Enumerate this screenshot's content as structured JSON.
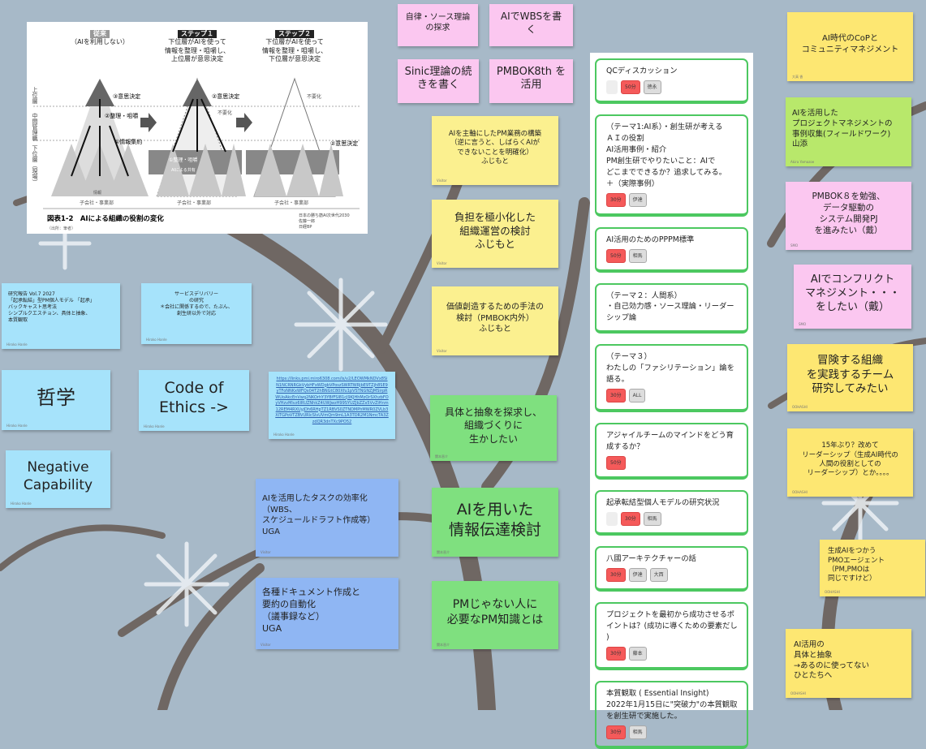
{
  "figure": {
    "col1_head": "従来",
    "col1_text": "（AIを利用しない）",
    "col2_head": "ステップ１",
    "col2_text": "下位層がAIを使って\n情報を整理・咀嚼し、\n上位層が意思決定",
    "col3_head": "ステップ２",
    "col3_text": "下位層がAIを使って\n情報を整理・咀嚼し、\n下位層が意思決定",
    "levels": [
      "上位層",
      "中間管理職",
      "下位層（現場）"
    ],
    "labels": [
      "③意思決定",
      "②整理・咀嚼",
      "①情報集約",
      "②意思決定",
      "不要化",
      "①整理・咀嚼",
      "AIによる共有",
      "不要化",
      "②意思決定",
      "情報",
      "子会社・事業部"
    ],
    "caption": "図表1-2　AIによる組織の役割の変化",
    "source": "（出所：筆者）",
    "credit": "日本の勝ち筋AI次世代2030\n佐藤一郎\n日経BP"
  },
  "left_notes": [
    {
      "text": "研究報告 Vol.7 2027\n「起承転結」型PM個人モデル 「起承」\nバックキャスト思考法\nシンプルクエスチョン、具体と抽象、\n本質観取",
      "author": "Hiroko Hanle"
    },
    {
      "text": "サービスデリバリー\nの研究\n＊会社に関係するので、たぶん、\n創生研以外で対応",
      "author": "Hiroko Hanle"
    },
    {
      "text": "哲学",
      "author": "Hiroko Hanle"
    },
    {
      "text": "Code of\nEthics ->",
      "author": "Hiroko Hanle"
    },
    {
      "text": "https://links.pmi.miro6308.com/ls/v2/LEOWMkNDVx8SiN1NCRNRGkVybHFxWDgbVPoszSWRTWRjbE9TZjh8SE9yTFoNNKxWFQx04T2hBNGtC80Xfu1pVSTNGNZjMSirpRWUoAkcEnVwq2NKOrhY3YBfFSI81cJ9KJHhMzOrSXhzbFOyVHzvMlvz6lRUZNhkZ4UWJwzH99SYUZJbZZx5VvZiHnm12REM4RXUyjDh6RHpTZ1RBVS0ZTNDMPhMWR0ZVLb3XlTGPoVTZBVURlcSlvUVmQm9mL1A3TDR2M1NmcTA3ZzdQR3dnTXc9PO52",
      "author": "Hiroko Hanle"
    },
    {
      "text": "Negative\nCapability",
      "author": "Hiroko Hanle"
    }
  ],
  "mid_notes": {
    "pink": [
      "自律・ソース理論の探求",
      "AIでWBSを書く",
      "Sinic理論の続きを書く",
      "PMBOK8th を活用"
    ],
    "yellow": [
      {
        "text": "AIを主軸にしたPM業務の構築\n（逆に言うと、しばらくAIが\nできないことを明確化）\nふじもと",
        "author": "Visitor"
      },
      {
        "text": "負担を極小化した\n組織運営の検討\nふじもと",
        "author": "Visitor"
      },
      {
        "text": "価値創造するための手法の\n検討（PMBOK内外）\nふじもと",
        "author": "Visitor"
      }
    ],
    "blue": [
      {
        "text": "AIを活用したタスクの効率化\n（WBS、\nスケジュールドラフト作成等）\nUGA",
        "author": "Visitor"
      },
      {
        "text": "各種ドキュメント作成と\n要約の自動化\n（議事録など）\nUGA",
        "author": "Visitor"
      }
    ],
    "green": [
      {
        "text": "具体と抽象を探求し、\n組織づくりに\n生かしたい",
        "author": "関本晋介"
      },
      {
        "text": "AIを用いた\n情報伝達検討",
        "author": "関本晋介"
      },
      {
        "text": "PMじゃない人に\n必要なPM知識とは",
        "author": "関本晋介"
      }
    ]
  },
  "agenda": [
    {
      "title": "QCディスカッション",
      "tags": [
        "",
        "50分",
        "徳永"
      ]
    },
    {
      "title": "（テーマ1:AI系）・創生研が考える\nＡＩの役割\nAI活用事例・紹介\nPM創生研でやりたいこと：AIで\nどこまでできるか？追求してみる。\n＋（実際事例）",
      "tags": [
        "30分",
        "伊達"
      ]
    },
    {
      "title": "AI活用のためのPPPM標準",
      "tags": [
        "50分",
        "相馬"
      ]
    },
    {
      "title": "（テーマ２：人間系）\n・自己効力感・ソース理論・リーダー\nシップ論",
      "tags": []
    },
    {
      "title": "（テーマ３）\nわたしの「ファシリテーション」論を\n語る。",
      "tags": [
        "30分",
        "ALL"
      ]
    },
    {
      "title": "アジャイルチームのマインドをどう育\n成するか？",
      "tags": [
        "50分"
      ]
    },
    {
      "title": "起承転結型個人モデルの研究状況",
      "tags": [
        "",
        "30分",
        "相馬"
      ]
    },
    {
      "title": "八國アーキテクチャーの話",
      "tags": [
        "30分",
        "伊達",
        "大西"
      ]
    },
    {
      "title": "プロジェクトを最初から成功させるポ\nイントは？(成功に導くための要素だし\n)",
      "tags": [
        "30分",
        "藤本"
      ]
    },
    {
      "title": "本質観取 ( Essential Insight)\n2022年1月15日に\"突破力\"の本質観取\nを創生研で実施した。",
      "tags": [
        "30分",
        "相馬"
      ]
    }
  ],
  "right_notes": [
    {
      "text": "AI時代のCoPと\nコミュニティマネジメント",
      "author": "大高 香"
    },
    {
      "text": "AIを活用した\nプロジェクトマネジメントの\n事例収集(フィールドワーク)\n山添",
      "author": "Akira Yamazoe"
    },
    {
      "text": "PMBOK８を勉強、\nデータ駆動の\nシステム開発PJ\nを進みたい（戴）",
      "author": "SMO"
    },
    {
      "text": "AIでコンフリクト\nマネジメント・・・\nをしたい（戴）",
      "author": "SMO"
    },
    {
      "text": "冒険する組織\nを実践するチーム\n研究してみたい",
      "author": "OOHASHI"
    },
    {
      "text": "15年ぶり？改めて\nリーダーシップ（生成AI時代の\n人間の役割としての\nリーダーシップ）とか。。。。",
      "author": "OOHASHI"
    },
    {
      "text": "生成AIをつかう\nPMOエージェント\n（PM,PMOは\n同じですけど）",
      "author": "OOHASHI"
    },
    {
      "text": "AI活用の\n具体と抽象\n→あるのに使ってない\nひとたちへ",
      "author": "OOHASHI"
    }
  ]
}
